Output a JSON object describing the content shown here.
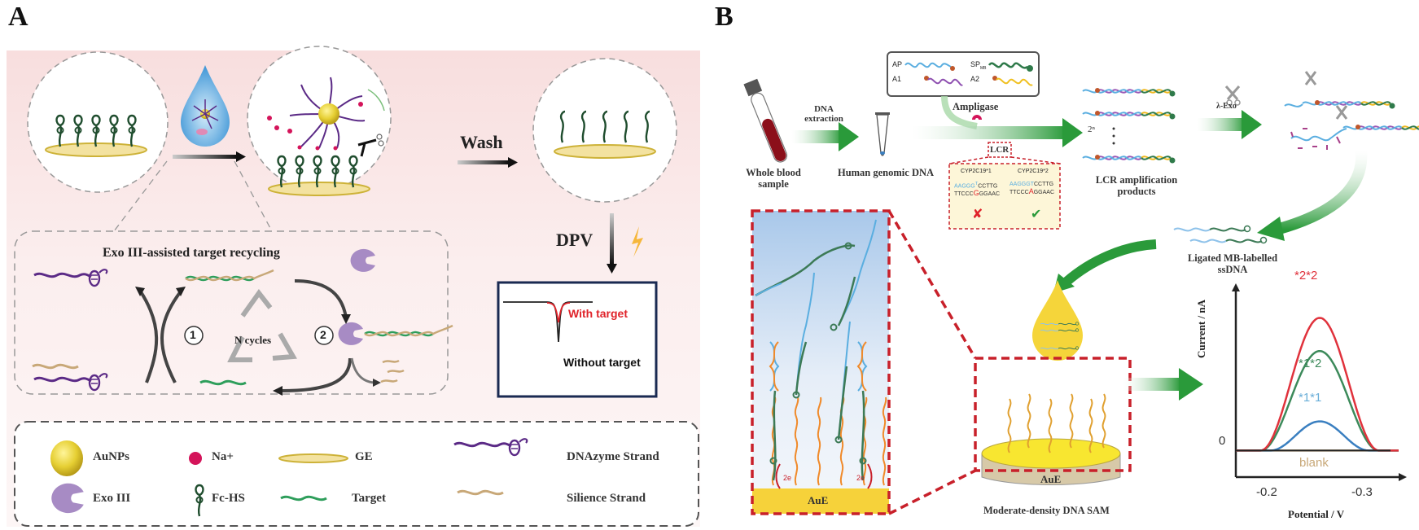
{
  "panels": {
    "A": {
      "letter": "A",
      "step_labels": {
        "wash": "Wash",
        "dpv": "DPV"
      },
      "recycling": {
        "title": "Exo III-assisted target recycling",
        "step1": "1",
        "step2": "2",
        "cycles": "N cycles"
      },
      "dpv_result": {
        "with_target": "With target",
        "without_target": "Without target"
      },
      "legend": [
        {
          "icon": "gold-nanoparticle-icon",
          "label": "AuNPs"
        },
        {
          "icon": "sodium-ion-icon",
          "label": "Na+"
        },
        {
          "icon": "gold-electrode-icon",
          "label": "GE"
        },
        {
          "icon": "dnazyme-strand-icon",
          "label": "DNAzyme Strand"
        },
        {
          "icon": "exo-iii-icon",
          "label": "Exo III"
        },
        {
          "icon": "hairpin-probe-icon",
          "label": "Fc-HS"
        },
        {
          "icon": "target-strand-icon",
          "label": "Target"
        },
        {
          "icon": "silence-strand-icon",
          "label": "Silience Strand"
        }
      ],
      "colors": {
        "gold": "#e8d04a",
        "sodium": "#d4145a",
        "exo": "#a78bc4",
        "dnazyme": "#5b2a86",
        "target": "#2e9e5b",
        "silence": "#c8a878",
        "hairpin": "#1f4d2e",
        "with_target": "#e0232a"
      }
    },
    "B": {
      "letter": "B",
      "steps": {
        "sample": "Whole blood sample",
        "extraction": "DNA extraction",
        "genomic": "Human genomic DNA",
        "ampligase": "Ampligase",
        "lcr": "LCR",
        "lcr_products": "LCR amplification products",
        "exponent": "2ⁿ",
        "lambda_exo": "λ-Exo",
        "ligated": "Ligated MB-labelled ssDNA",
        "sam": "Moderate-density DNA SAM",
        "aue": "AuE",
        "aue_zoom": "AuE",
        "electron": "2e"
      },
      "probe_box": {
        "ap": "AP",
        "sp": "SP",
        "sp_sub": "MB",
        "a1": "A1",
        "a2": "A2"
      },
      "snp_box": {
        "left_title": "CYP2C19*1",
        "right_title": "CYP2C19*2",
        "left_top": "AAGGG",
        "left_mid": "T",
        "left_top2": "CCTTG",
        "left_bottom_a": "TTCCC",
        "left_bottom_b": "G",
        "left_bottom_c": "GGAAC",
        "right_top": "AAGGG",
        "right_mid": "T",
        "right_top2": "CCTTG",
        "right_bottom_a": "TTCCC",
        "right_bottom_b": "A",
        "right_bottom_c": "GGAAC",
        "left_result": "✘",
        "right_result": "✔"
      }
    }
  },
  "chart_data": {
    "type": "line",
    "title": "",
    "xlabel": "Potential / V",
    "ylabel": "Current / nA",
    "x_ticks": [
      "-0.2",
      "-0.3"
    ],
    "y_ticks": [
      "0"
    ],
    "xlim": [
      -0.165,
      -0.33
    ],
    "ylim": [
      -0.2,
      1.15
    ],
    "peak_potential": -0.25,
    "series": [
      {
        "name": "*2*2",
        "color": "#e0323c",
        "peak": 1.0,
        "halfwidth": 0.06
      },
      {
        "name": "*1*2",
        "color": "#3c8a5a",
        "peak": 0.75,
        "halfwidth": 0.06
      },
      {
        "name": "*1*1",
        "color": "#3a7fc0",
        "peak": 0.22,
        "halfwidth": 0.05
      },
      {
        "name": "blank",
        "color": "#c8a878",
        "peak": 0.0,
        "halfwidth": 0.05
      }
    ],
    "legend": "inline-labels",
    "grid": false
  }
}
